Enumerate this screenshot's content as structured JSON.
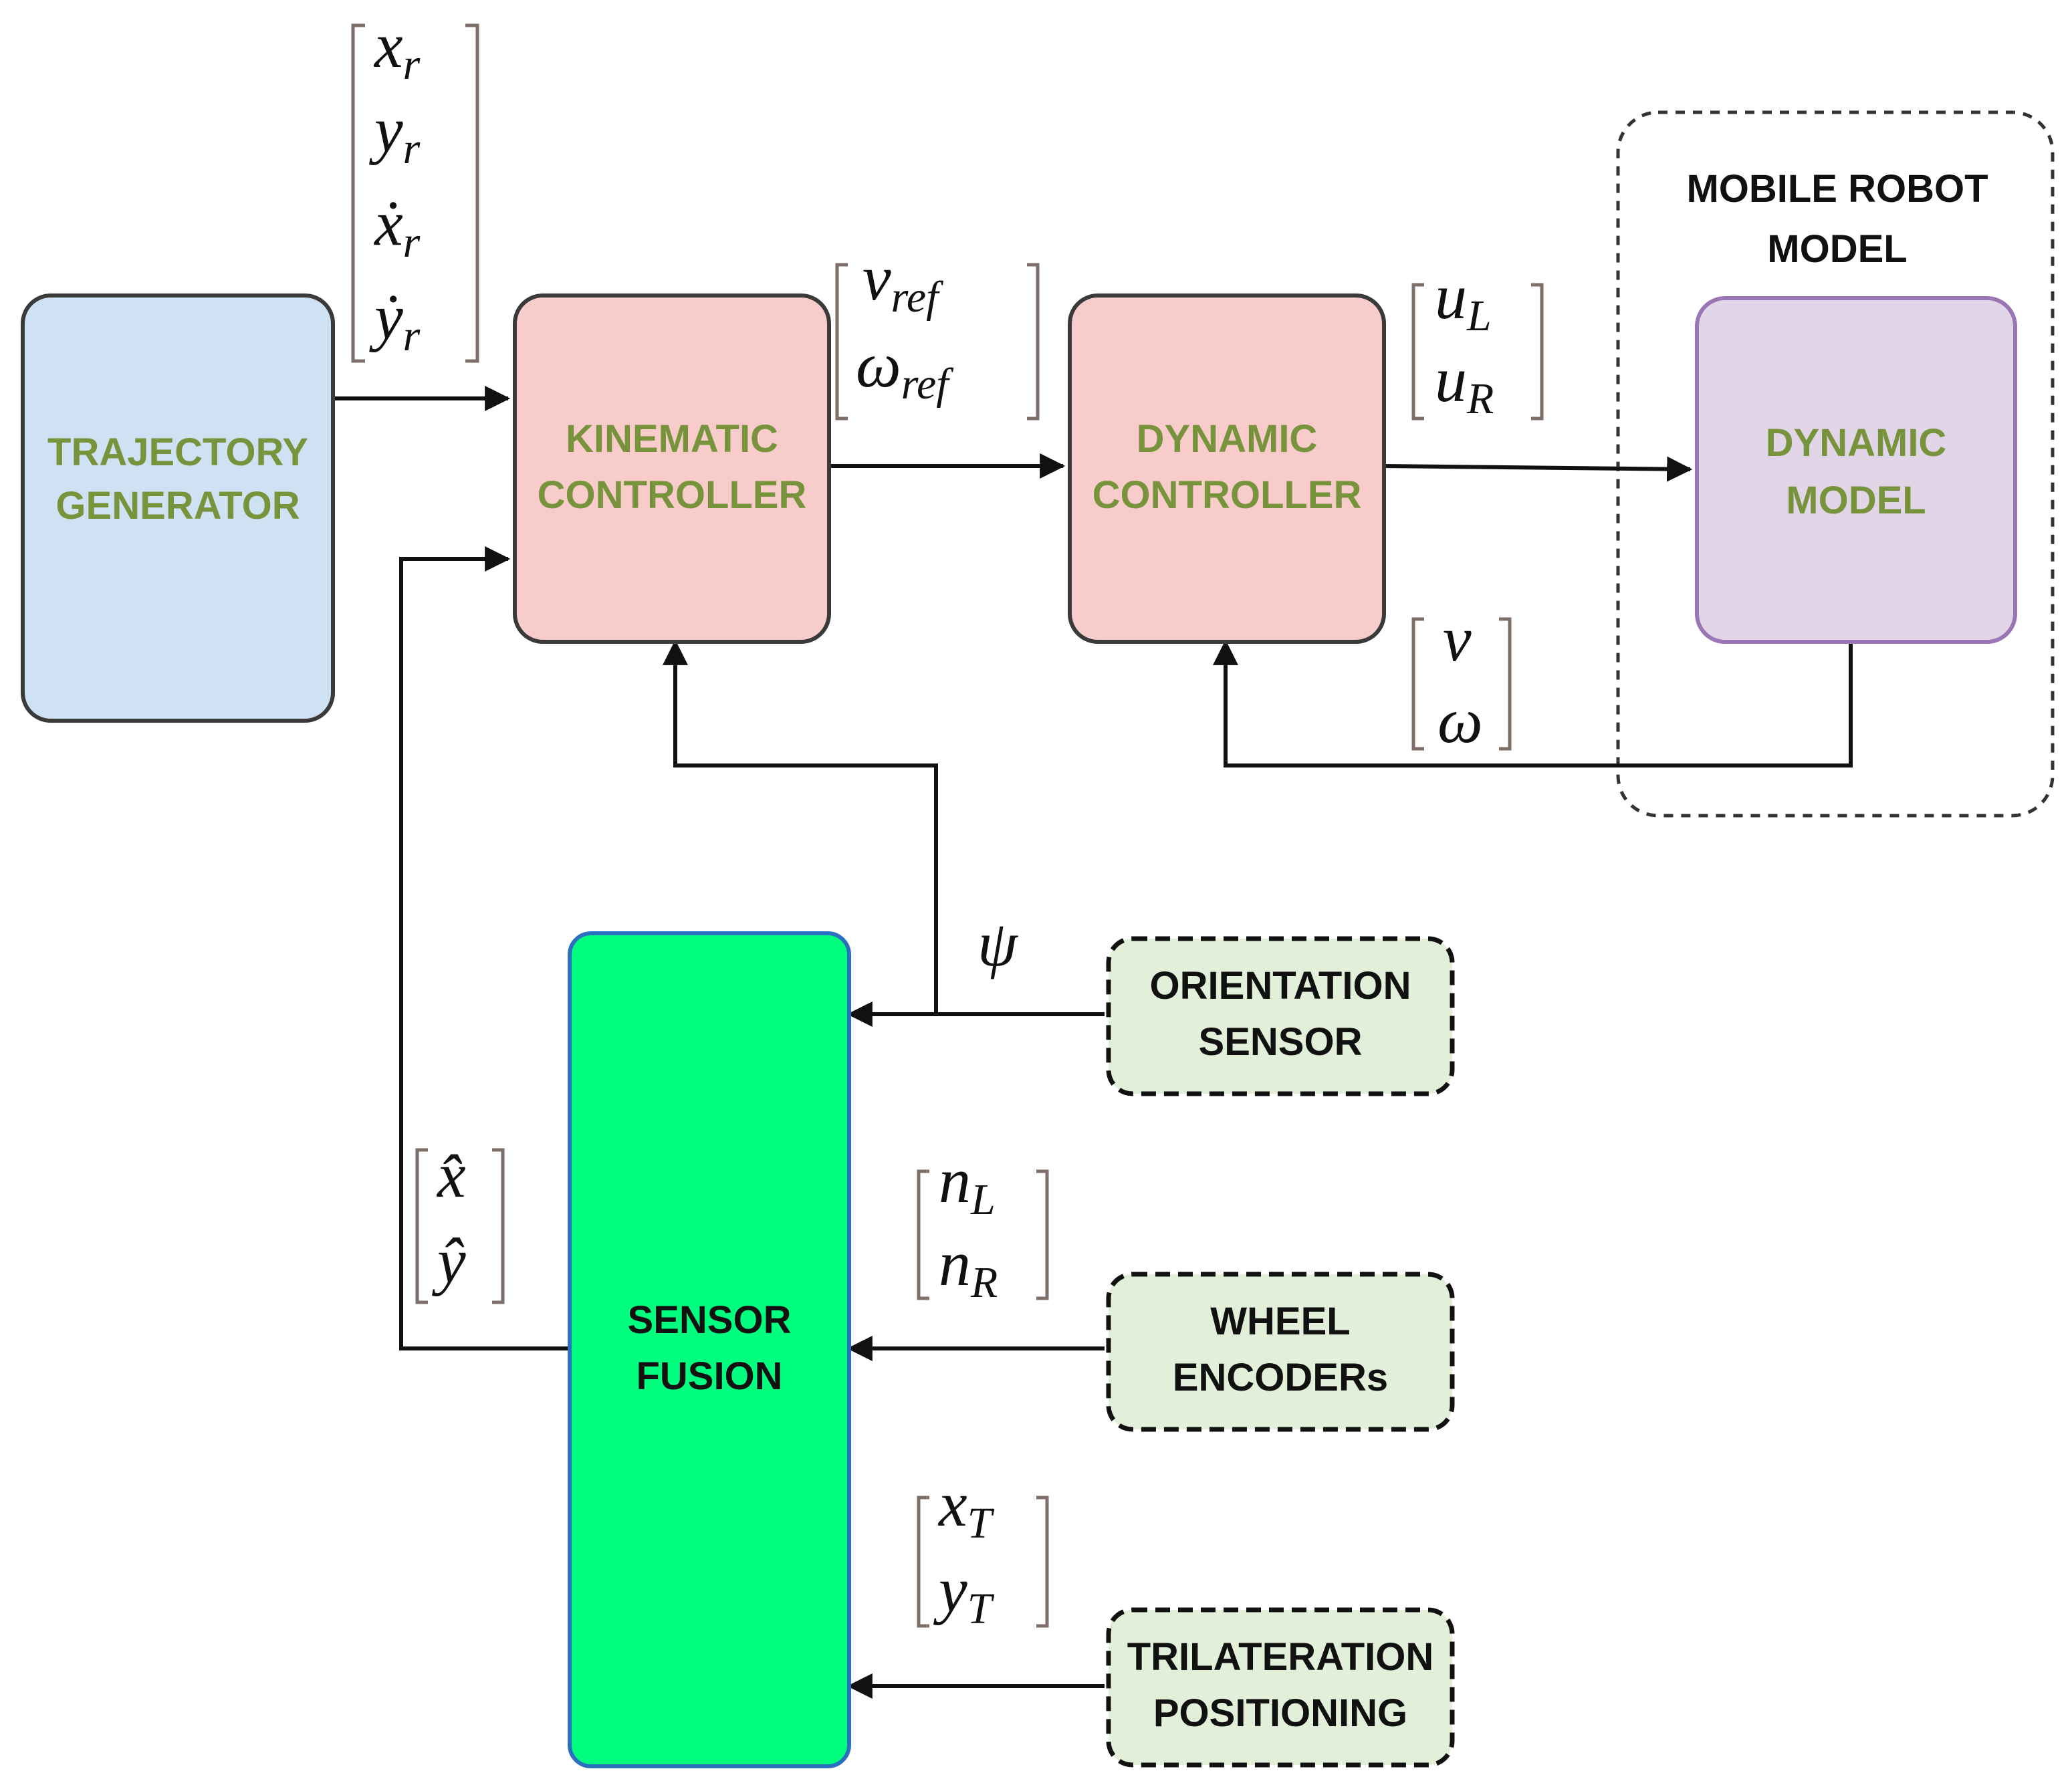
{
  "colors": {
    "trajectory_fill": "#cfe2f3",
    "controller_fill": "#f9cccc",
    "dynamic_model_fill": "#e1d5e7",
    "dynamic_model_border": "#9a76b5",
    "sensor_fusion_fill": "#00ff7f",
    "sensor_fusion_border": "#2b6fbf",
    "sensor_fill": "#e2efd9",
    "block_text_green": "#77933c",
    "block_text_dark": "#111111"
  },
  "blocks": {
    "trajectory_generator": {
      "line1": "TRAJECTORY",
      "line2": "GENERATOR"
    },
    "kinematic_controller": {
      "line1": "KINEMATIC",
      "line2": "CONTROLLER"
    },
    "dynamic_controller": {
      "line1": "DYNAMIC",
      "line2": "CONTROLLER"
    },
    "dynamic_model": {
      "line1": "DYNAMIC",
      "line2": "MODEL"
    },
    "mobile_robot_model": {
      "line1": "MOBILE ROBOT",
      "line2": "MODEL"
    },
    "sensor_fusion": {
      "line1": "SENSOR",
      "line2": "FUSION"
    },
    "orientation_sensor": {
      "line1": "ORIENTATION",
      "line2": "SENSOR"
    },
    "wheel_encoders": {
      "line1": "WHEEL",
      "line2": "ENCODERs"
    },
    "trilateration_positioning": {
      "line1": "TRILATERATION",
      "line2": "POSITIONING"
    }
  },
  "signals": {
    "reference": {
      "row1": {
        "base": "x",
        "sub": "r"
      },
      "row2": {
        "base": "y",
        "sub": "r"
      },
      "row3": {
        "base": "ẋ",
        "sub": "r"
      },
      "row4": {
        "base": "ẏ",
        "sub": "r"
      }
    },
    "velocity_ref": {
      "row1": {
        "base": "v",
        "sub": "ref"
      },
      "row2": {
        "base": "ω",
        "sub": "ref"
      }
    },
    "control_inputs": {
      "row1": {
        "base": "u",
        "sub": "L"
      },
      "row2": {
        "base": "u",
        "sub": "R"
      }
    },
    "velocity_feedback": {
      "row1": "v",
      "row2": "ω"
    },
    "orientation": "ψ",
    "position_estimate": {
      "row1": "x̂",
      "row2": "ŷ"
    },
    "encoder_counts": {
      "row1": {
        "base": "n",
        "sub": "L"
      },
      "row2": {
        "base": "n",
        "sub": "R"
      }
    },
    "trilateration_position": {
      "row1": {
        "base": "x",
        "sub": "T"
      },
      "row2": {
        "base": "y",
        "sub": "T"
      }
    }
  }
}
